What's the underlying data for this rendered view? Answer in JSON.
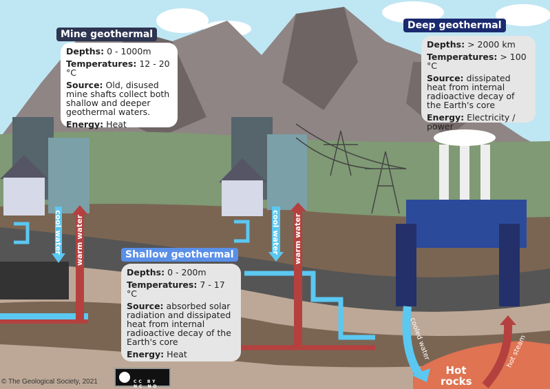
{
  "mine": {
    "title": "Mine geothermal",
    "depths_label": "Depths:",
    "depths": "0 - 1000m",
    "temps_label": "Temperatures:",
    "temps": "12 - 20 °C",
    "source_label": "Source:",
    "source": "Old, disused mine shafts collect both shallow and deeper geothermal waters.",
    "energy_label": "Energy:",
    "energy": "Heat"
  },
  "deep": {
    "title": "Deep geothermal",
    "depths_label": "Depths:",
    "depths": "> 2000 km",
    "temps_label": "Temperatures:",
    "temps": "> 100 °C",
    "source_label": "Source:",
    "source": "dissipated heat from internal radioactive decay of the Earth's core",
    "energy_label": "Energy:",
    "energy": "Electricity / power"
  },
  "shallow": {
    "title": "Shallow geothermal",
    "depths_label": "Depths:",
    "depths": "0 - 200m",
    "temps_label": "Temperatures:",
    "temps": "7 - 17 °C",
    "source_label": "Source:",
    "source": "absorbed solar radiation and dissipated heat from internal radioactive decay of the Earth's core",
    "energy_label": "Energy:",
    "energy": "Heat"
  },
  "flows": {
    "cool_water": "cool water",
    "warm_water": "warm water",
    "cooled_water": "cooled water",
    "hot_steam": "hot steam",
    "hot_rocks": "Hot rocks"
  },
  "footer": {
    "copyright": "© The Geological Society, 2021",
    "license": "CC BY NC ND"
  },
  "colors": {
    "sky": "#bfe6f3",
    "mountain": "#8e8584",
    "grass": "#7f9a74",
    "soil": "#7a6553",
    "tan": "#bda897",
    "hot_rock": "#df7352",
    "cool": "#5bc8f2",
    "warm": "#b5413f"
  }
}
